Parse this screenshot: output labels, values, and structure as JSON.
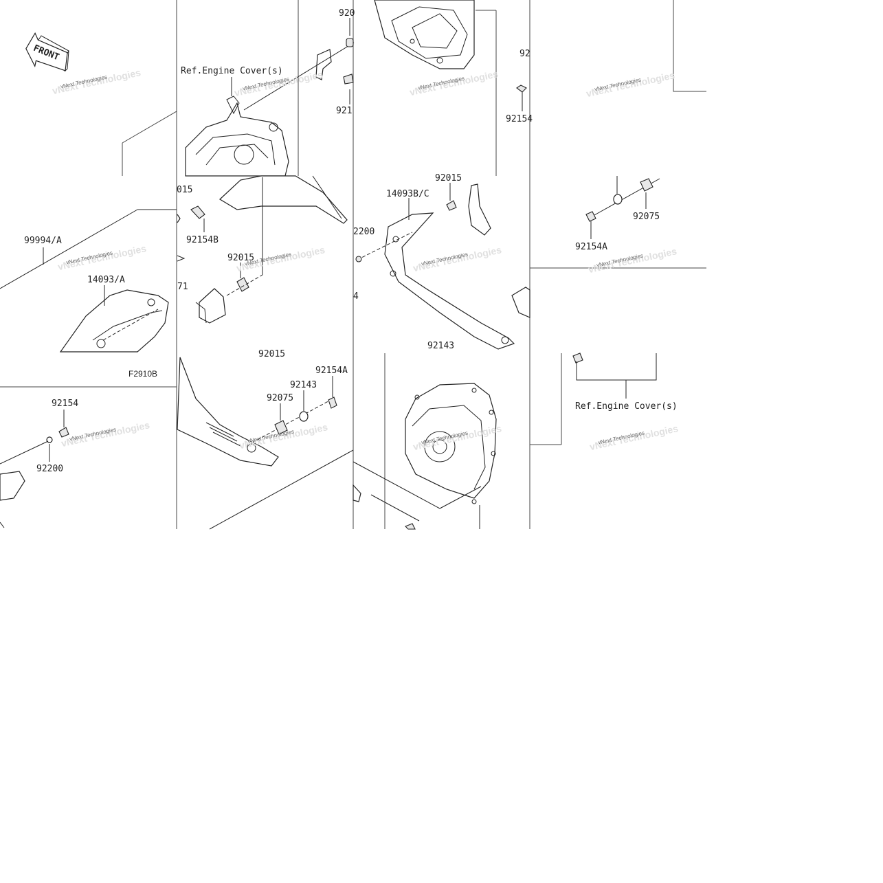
{
  "diagram_id": "F2910B",
  "front_label": "FRONT",
  "labels": {
    "ref_engine_cover_top": "Ref.Engine Cover(s)",
    "ref_engine_cover_bottom": "Ref.Engine Cover(s)",
    "p_99994a": "99994/A",
    "p_14093a": "14093/A",
    "p_14093bc": "14093B/C",
    "p_92015_top": "920",
    "p_92015_left": "015",
    "p_92015_mid": "92015",
    "p_92015_center": "92015",
    "p_92015_lower": "92015",
    "p_92154b": "92154B",
    "p_92154_top_frag": "921",
    "p_92154_right": "92154",
    "p_92154_rfrag": "92",
    "p_92154a_right": "92154A",
    "p_92154a_lower": "92154A",
    "p_92154_left": "92154",
    "p_92075_right": "92075",
    "p_92075_lower": "92075",
    "p_92143_center": "92143",
    "p_92143_lower": "92143",
    "p_92200_center": "2200",
    "p_92200_left": "92200",
    "p_71_frag": "71",
    "p_4_frag": "4"
  },
  "watermark": {
    "text": "vNext Technologies"
  }
}
